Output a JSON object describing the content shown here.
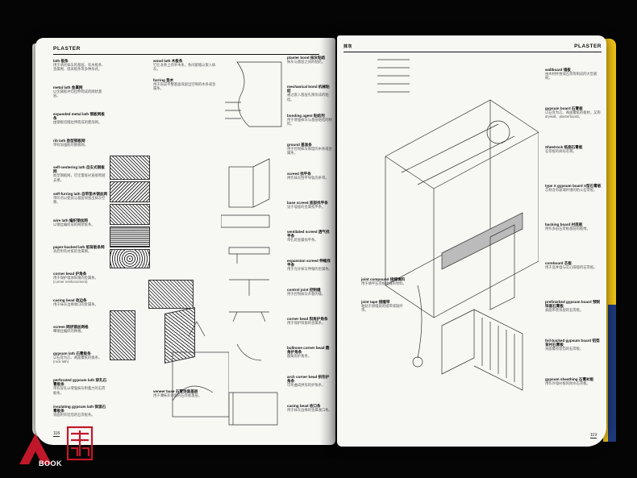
{
  "left_page": {
    "header": "PLASTER",
    "folio": "118",
    "col1": [
      {
        "t": "lath 板条",
        "d": "用于承托抹灰的基层，有木板条、金属网、纸背板条等多种形式。"
      },
      {
        "t": "metal lath 金属网",
        "d": "以金属板冲切拉伸而成的网状基层。"
      },
      {
        "t": "expanded metal lath 钢板网板条",
        "d": "由钢板切缝拉伸而成的菱形网。"
      },
      {
        "t": "rib lath 肋型钢板网",
        "d": "带有加强肋的钢板网。"
      },
      {
        "t": "self-centering lath 自支式钢板网",
        "d": "肋型钢板网，可无需底衬直接跨越支撑。"
      },
      {
        "t": "self-furring lath 自带垫木钢丝网",
        "d": "带凹点以使其与基层间留出抹灰空隙。"
      },
      {
        "t": "wire lath 编织钢丝网",
        "d": "以钢丝编织成的网状板条。"
      },
      {
        "t": "paper-backed lath 纸背板条网",
        "d": "背后附有衬纸的金属网。"
      },
      {
        "t": "corner bead 护角条",
        "d": "用于保护墙体阳角的金属条。(corner reinforcement)"
      },
      {
        "t": "casing bead 收边条",
        "d": "用于抹灰边缘收口的金属条。"
      },
      {
        "t": "screen 网状钢丝网格",
        "d": "细钢丝编织的网格。"
      },
      {
        "t": "gypsum lath 石膏板条",
        "d": "以石膏为芯、两面覆纸的板条。(rock lath)"
      },
      {
        "t": "perforated gypsum lath 穿孔石膏板条",
        "d": "带有穿孔以增强抹灰附着力的石膏板条。"
      },
      {
        "t": "insulating gypsum lath 保温石膏板条",
        "d": "背面附有铝箔的石膏板条。"
      }
    ],
    "col2": [
      {
        "t": "wood lath 木板条",
        "d": "钉在龙骨上的窄木条，条间留缝以嵌入抹灰。"
      },
      {
        "t": "furring 垫木",
        "d": "用于形成平整基面或留出空隙的木条或金属条。"
      },
      {
        "t": "veneer base 石膏饰面基层",
        "d": "用于薄抹灰饰面的石膏板基层。"
      }
    ],
    "col3": [
      {
        "t": "plaster bond 抹灰粘结",
        "d": "抹灰与基层之间的粘结。"
      },
      {
        "t": "mechanical bond 机械粘结",
        "d": "通过嵌入基层孔隙形成的粘结。"
      },
      {
        "t": "bonding agent 粘结剂",
        "d": "用于增强抹灰与基层粘结的材料。"
      },
      {
        "t": "ground 基准条",
        "d": "用于控制抹灰厚度的木条或金属条。"
      },
      {
        "t": "screed 找平条",
        "d": "用作抹灰刮平导轨的条带。"
      },
      {
        "t": "base screed 底部找平条",
        "d": "设于墙底的金属找平条。"
      },
      {
        "t": "ventilated screed 透气找平条",
        "d": "带孔的金属找平条。"
      },
      {
        "t": "expansion screed 伸缩找平条",
        "d": "用于允许抹灰伸缩的金属条。"
      },
      {
        "t": "control joint 控制缝",
        "d": "用于控制抹灰开裂的缝。"
      },
      {
        "t": "corner bead 阳角护角条",
        "d": "用于保护阳角的金属条。"
      },
      {
        "t": "bullnose corner bead 圆角护角条",
        "d": "圆角形护角条。"
      },
      {
        "t": "arch corner bead 拱形护角条",
        "d": "可弯曲成拱形的护角条。"
      },
      {
        "t": "casing bead 收口条",
        "d": "用于抹灰边缘的金属收口条。"
      }
    ]
  },
  "right_page": {
    "header": "PLASTER",
    "header_left": "抹灰",
    "folio": "119",
    "labels": [
      {
        "t": "wallboard 墙板",
        "d": "由木材纤维或石膏等制成的大型板材。"
      },
      {
        "t": "gypsum board 石膏板",
        "d": "以石膏为芯、两面覆纸的板材，又称 drywall、plasterboard。"
      },
      {
        "t": "Sheetrock 纸面石膏板",
        "d": "石膏板的商标名称。"
      },
      {
        "t": "type X gypsum board X型石膏板",
        "d": "芯材含有玻璃纤维的防火石膏板。"
      },
      {
        "t": "backing board 衬底板",
        "d": "用作多层石膏板基层的板材。"
      },
      {
        "t": "coreboard 芯板",
        "d": "用于竖井墙与实心隔墙的石膏板。"
      },
      {
        "t": "prefinished gypsum board 预制饰面石膏板",
        "d": "表面带装饰层的石膏板。"
      },
      {
        "t": "foil-backed gypsum board 铝箔背衬石膏板",
        "d": "背面覆有铝箔的石膏板。"
      },
      {
        "t": "gypsum sheathing 石膏衬板",
        "d": "用作外墙衬板的防水石膏板。"
      }
    ],
    "joint_labels": [
      {
        "t": "joint compound 接缝填料",
        "d": "用于填平石膏板接缝的材料。"
      },
      {
        "t": "joint tape 接缝带",
        "d": "粘贴于接缝处的纸带或玻纤带。"
      }
    ]
  },
  "logo": {
    "text": "BOOK"
  }
}
